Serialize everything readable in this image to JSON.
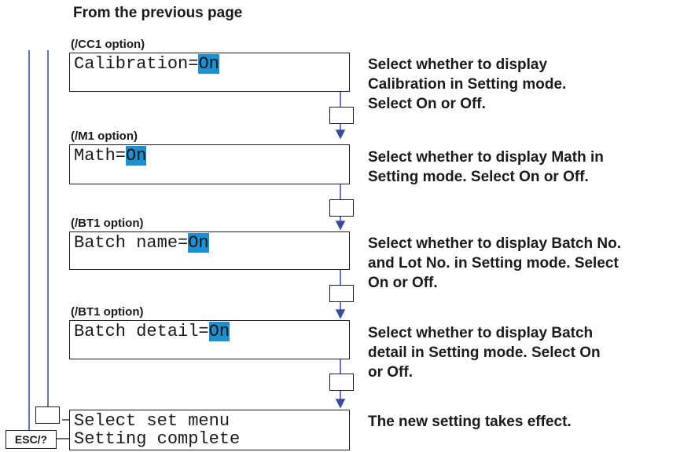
{
  "header": "From the previous page",
  "steps": [
    {
      "option": "(/CC1 option)",
      "lcd_prefix": "Calibration=",
      "lcd_value": "On",
      "description": [
        "Select whether to display",
        "Calibration in Setting mode.",
        "Select On or Off."
      ]
    },
    {
      "option": "(/M1 option)",
      "lcd_prefix": "Math=",
      "lcd_value": "On",
      "description": [
        "Select whether to display Math in",
        "Setting mode. Select On or Off."
      ]
    },
    {
      "option": "(/BT1 option)",
      "lcd_prefix": "Batch name=",
      "lcd_value": "On",
      "description": [
        "Select whether to display Batch No.",
        "and Lot No. in Setting mode. Select",
        "On or Off."
      ]
    },
    {
      "option": "(/BT1 option)",
      "lcd_prefix": "Batch detail=",
      "lcd_value": "On",
      "description": [
        "Select whether to display Batch",
        "detail in Setting mode. Select On",
        "or Off."
      ]
    }
  ],
  "final": {
    "line1": "Select set menu",
    "line2": "Setting complete",
    "description": "The new setting takes effect."
  },
  "keys": {
    "enter_icon": "enter-key-icon",
    "esc_label": "ESC/?"
  },
  "colors": {
    "highlight": "#1e8fd0",
    "flow_line": "#3b4a9c"
  }
}
